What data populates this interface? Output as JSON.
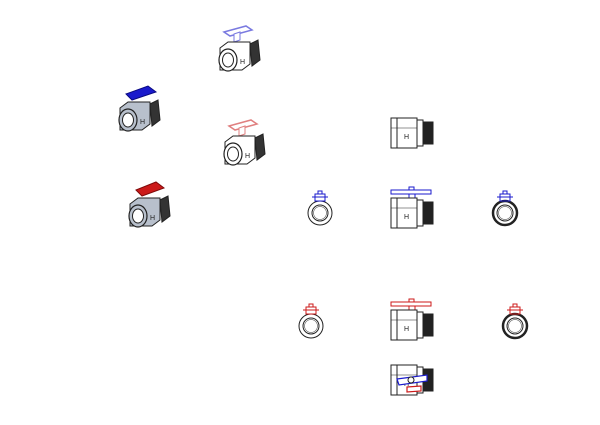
{
  "colors": {
    "background": "#ffffff",
    "line": "#222222",
    "blue_handle": "#1a1acc",
    "blue_handle_light": "#7a7ae0",
    "red_handle": "#cc1a1a",
    "red_handle_light": "#e08080",
    "metal": "#b8c0cc"
  },
  "views": [
    {
      "name": "isometric-wireframe-blue"
    },
    {
      "name": "isometric-shaded-blue"
    },
    {
      "name": "isometric-wireframe-red"
    },
    {
      "name": "isometric-shaded-red"
    },
    {
      "name": "top-view"
    },
    {
      "name": "left-view-blue"
    },
    {
      "name": "front-view-blue"
    },
    {
      "name": "right-view-blue"
    },
    {
      "name": "left-view-red"
    },
    {
      "name": "front-view-red"
    },
    {
      "name": "right-view-red"
    },
    {
      "name": "bottom-view"
    }
  ]
}
